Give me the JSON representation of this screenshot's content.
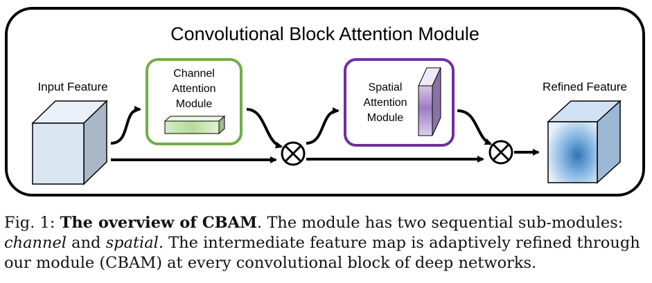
{
  "diagram": {
    "title": "Convolutional Block Attention Module",
    "input_label": "Input Feature",
    "output_label": "Refined Feature",
    "channel_module": {
      "line1": "Channel",
      "line2": "Attention",
      "line3": "Module"
    },
    "spatial_module": {
      "line1": "Spatial",
      "line2": "Attention",
      "line3": "Module"
    },
    "multiply_symbol": "⊗",
    "colors": {
      "channel_border": "#72ad47",
      "spatial_border": "#7030a0",
      "outer_border": "#000000",
      "cube_face": "#dbe6f3",
      "refined_center": "#2e75b6"
    }
  },
  "caption": {
    "prefix": "Fig. 1: ",
    "bold": "The overview of CBAM",
    "after_bold": ". The module has two sequential sub-modules:",
    "ital1": "channel",
    "and": " and ",
    "ital2": "spatial",
    "after_ital": ". The intermediate feature map is adaptively refined through",
    "line3": "our module (CBAM) at every convolutional block of deep networks."
  }
}
